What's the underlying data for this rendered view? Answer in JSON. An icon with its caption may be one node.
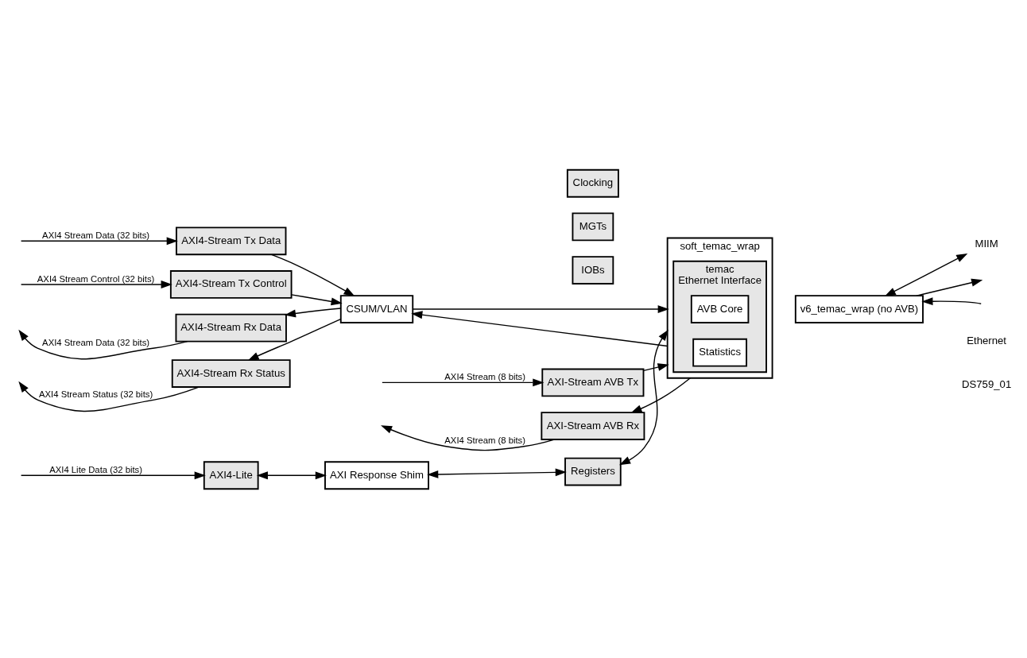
{
  "diagram": {
    "nodes": [
      {
        "text": [
          "AXI4-Lite"
        ]
      },
      {
        "text": [
          "AXI Response Shim"
        ]
      },
      {
        "text": [
          "Registers"
        ]
      },
      {
        "text": [
          "v6_temac_wrap (no AVB)"
        ]
      },
      {
        "text": [
          "soft_temac_wrap"
        ]
      },
      {
        "text": [
          "temac",
          "Ethernet Interface"
        ],
        "in": 4
      },
      {
        "text": [
          "AVB Core"
        ],
        "in": 5
      },
      {
        "text": [
          "Statistics"
        ],
        "in": 5
      },
      {
        "text": [
          "AXI4-Stream Tx Data"
        ]
      },
      {
        "text": [
          "AXI4-Stream Tx Control"
        ]
      },
      {
        "text": [
          "AXI4-Stream Rx Data"
        ]
      },
      {
        "text": [
          "AXI4-Stream Rx Status"
        ]
      },
      {
        "text": [
          "CSUM/VLAN"
        ]
      },
      {
        "text": [
          "AXI-Stream AVB Tx"
        ]
      },
      {
        "text": [
          "AXI-Stream AVB Rx"
        ]
      },
      {
        "text": [
          "Clocking"
        ]
      },
      {
        "text": [
          "MGTs"
        ]
      },
      {
        "text": [
          "IOBs"
        ]
      },
      {
        "text": [
          "MIIM"
        ]
      }
    ],
    "edges": [
      {
        "from": null,
        "to": 0,
        "arrow": "to",
        "label": "AXI4 Lite Data (32 bits)"
      },
      {
        "from": 0,
        "to": 1,
        "arrow": "both"
      },
      {
        "from": 1,
        "to": 2,
        "arrow": "both"
      },
      {
        "from": 2,
        "to": 4,
        "arrow": "both"
      },
      {
        "from": 3,
        "to": 18,
        "arrow": "both"
      },
      {
        "from": 3,
        "to": null,
        "arrow": "to"
      },
      {
        "from": null,
        "to": 3,
        "arrow": "to"
      },
      {
        "from": null,
        "to": 8,
        "arrow": "to",
        "label": "AXI4 Stream Data (32 bits)"
      },
      {
        "from": null,
        "to": 9,
        "arrow": "to",
        "label": "AXI4 Stream Control (32 bits)"
      },
      {
        "from": 10,
        "to": null,
        "arrow": "to",
        "label": "AXI4 Stream Data (32 bits)"
      },
      {
        "from": 11,
        "to": null,
        "arrow": "to",
        "label": "AXI4 Stream Status (32 bits)"
      },
      {
        "from": 8,
        "to": 12,
        "arrow": "to"
      },
      {
        "from": 9,
        "to": 12,
        "arrow": "to"
      },
      {
        "from": 12,
        "to": 4,
        "arrow": "to"
      },
      {
        "from": 4,
        "to": 12,
        "arrow": "to"
      },
      {
        "from": 12,
        "to": 10,
        "arrow": "to"
      },
      {
        "from": 12,
        "to": 11,
        "arrow": "to"
      },
      {
        "from": null,
        "to": 13,
        "arrow": "to",
        "label": "AXI4 Stream (8 bits)"
      },
      {
        "from": 13,
        "to": 4,
        "arrow": "to"
      },
      {
        "from": 4,
        "to": 14,
        "arrow": "to"
      },
      {
        "from": 14,
        "to": null,
        "arrow": "to",
        "label": "AXI4 Stream (8 bits)"
      }
    ],
    "labels": [
      "Ethernet",
      "DS759_01"
    ]
  }
}
